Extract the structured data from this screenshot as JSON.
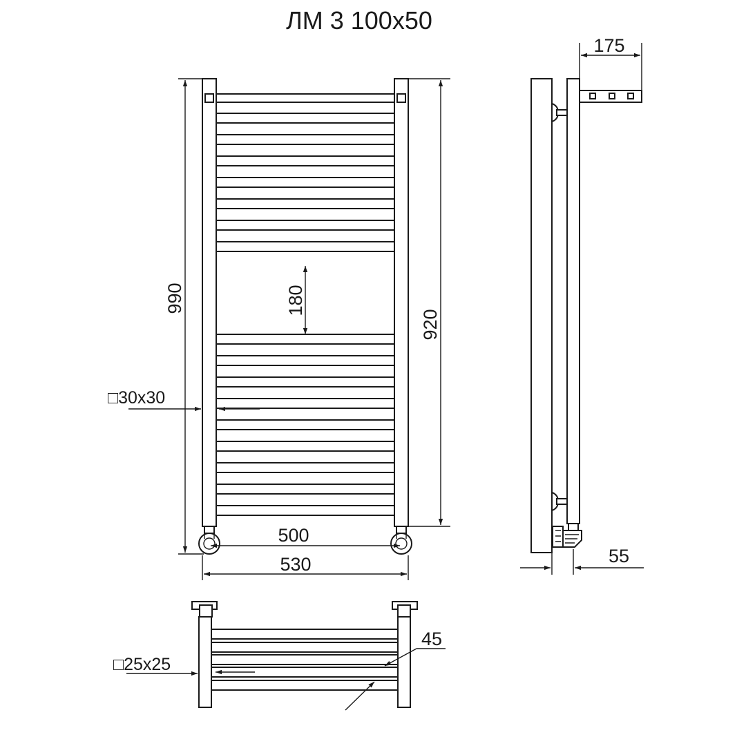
{
  "title": "ЛМ 3 100x50",
  "dimensions": {
    "height_total": "990",
    "height_axis": "920",
    "gap": "180",
    "width_axis": "500",
    "width_total": "530",
    "depth": "175",
    "wall_offset": "55",
    "pitch": "45",
    "profile_main": "□30x30",
    "profile_bars": "□25x25"
  },
  "colors": {
    "line": "#1a1a1a",
    "background": "#ffffff"
  }
}
